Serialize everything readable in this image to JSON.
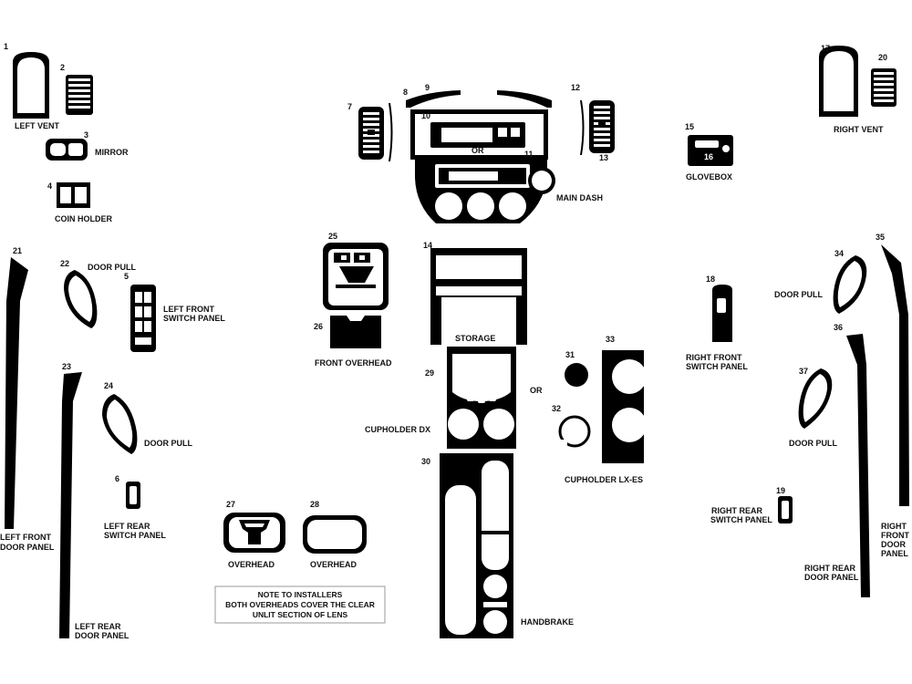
{
  "part_numbers": [
    "1",
    "2",
    "3",
    "4",
    "5",
    "6",
    "7",
    "8",
    "9",
    "10",
    "11",
    "12",
    "13",
    "14",
    "15",
    "16",
    "17",
    "18",
    "19",
    "20",
    "21",
    "22",
    "23",
    "24",
    "25",
    "26",
    "27",
    "28",
    "29",
    "30",
    "31",
    "32",
    "33",
    "34",
    "35",
    "36",
    "37"
  ],
  "labels": {
    "left_vent": "LEFT VENT",
    "mirror": "MIRROR",
    "coin_holder": "COIN HOLDER",
    "door_pull_22": "DOOR PULL",
    "left_front_switch_1": "LEFT FRONT",
    "left_front_switch_2": "SWITCH PANEL",
    "left_front_door_1": "LEFT FRONT",
    "left_front_door_2": "DOOR PANEL",
    "door_pull_24": "DOOR PULL",
    "left_rear_switch_1": "LEFT REAR",
    "left_rear_switch_2": "SWITCH PANEL",
    "left_rear_door_1": "LEFT REAR",
    "left_rear_door_2": "DOOR PANEL",
    "or_dash": "OR",
    "main_dash": "MAIN DASH",
    "front_overhead": "FRONT OVERHEAD",
    "storage": "STORAGE",
    "cupholder_dx": "CUPHOLDER DX",
    "or_cup": "OR",
    "cupholder_lx": "CUPHOLDER LX-ES",
    "handbrake": "HANDBRAKE",
    "overhead_27": "OVERHEAD",
    "overhead_28": "OVERHEAD",
    "glovebox": "GLOVEBOX",
    "right_vent": "RIGHT VENT",
    "right_front_switch_1": "RIGHT FRONT",
    "right_front_switch_2": "SWITCH PANEL",
    "door_pull_34": "DOOR PULL",
    "door_pull_37": "DOOR PULL",
    "right_rear_switch_1": "RIGHT REAR",
    "right_rear_switch_2": "SWITCH PANEL",
    "right_rear_door_1": "RIGHT REAR",
    "right_rear_door_2": "DOOR PANEL",
    "right_front_door_1": "RIGHT",
    "right_front_door_2": "FRONT",
    "right_front_door_3": "DOOR",
    "right_front_door_4": "PANEL"
  },
  "note": {
    "line1": "NOTE TO INSTALLERS",
    "line2": "BOTH OVERHEADS COVER THE CLEAR",
    "line3": "UNLIT SECTION OF LENS"
  },
  "colors": {
    "part": "#000000",
    "background": "#ffffff"
  }
}
